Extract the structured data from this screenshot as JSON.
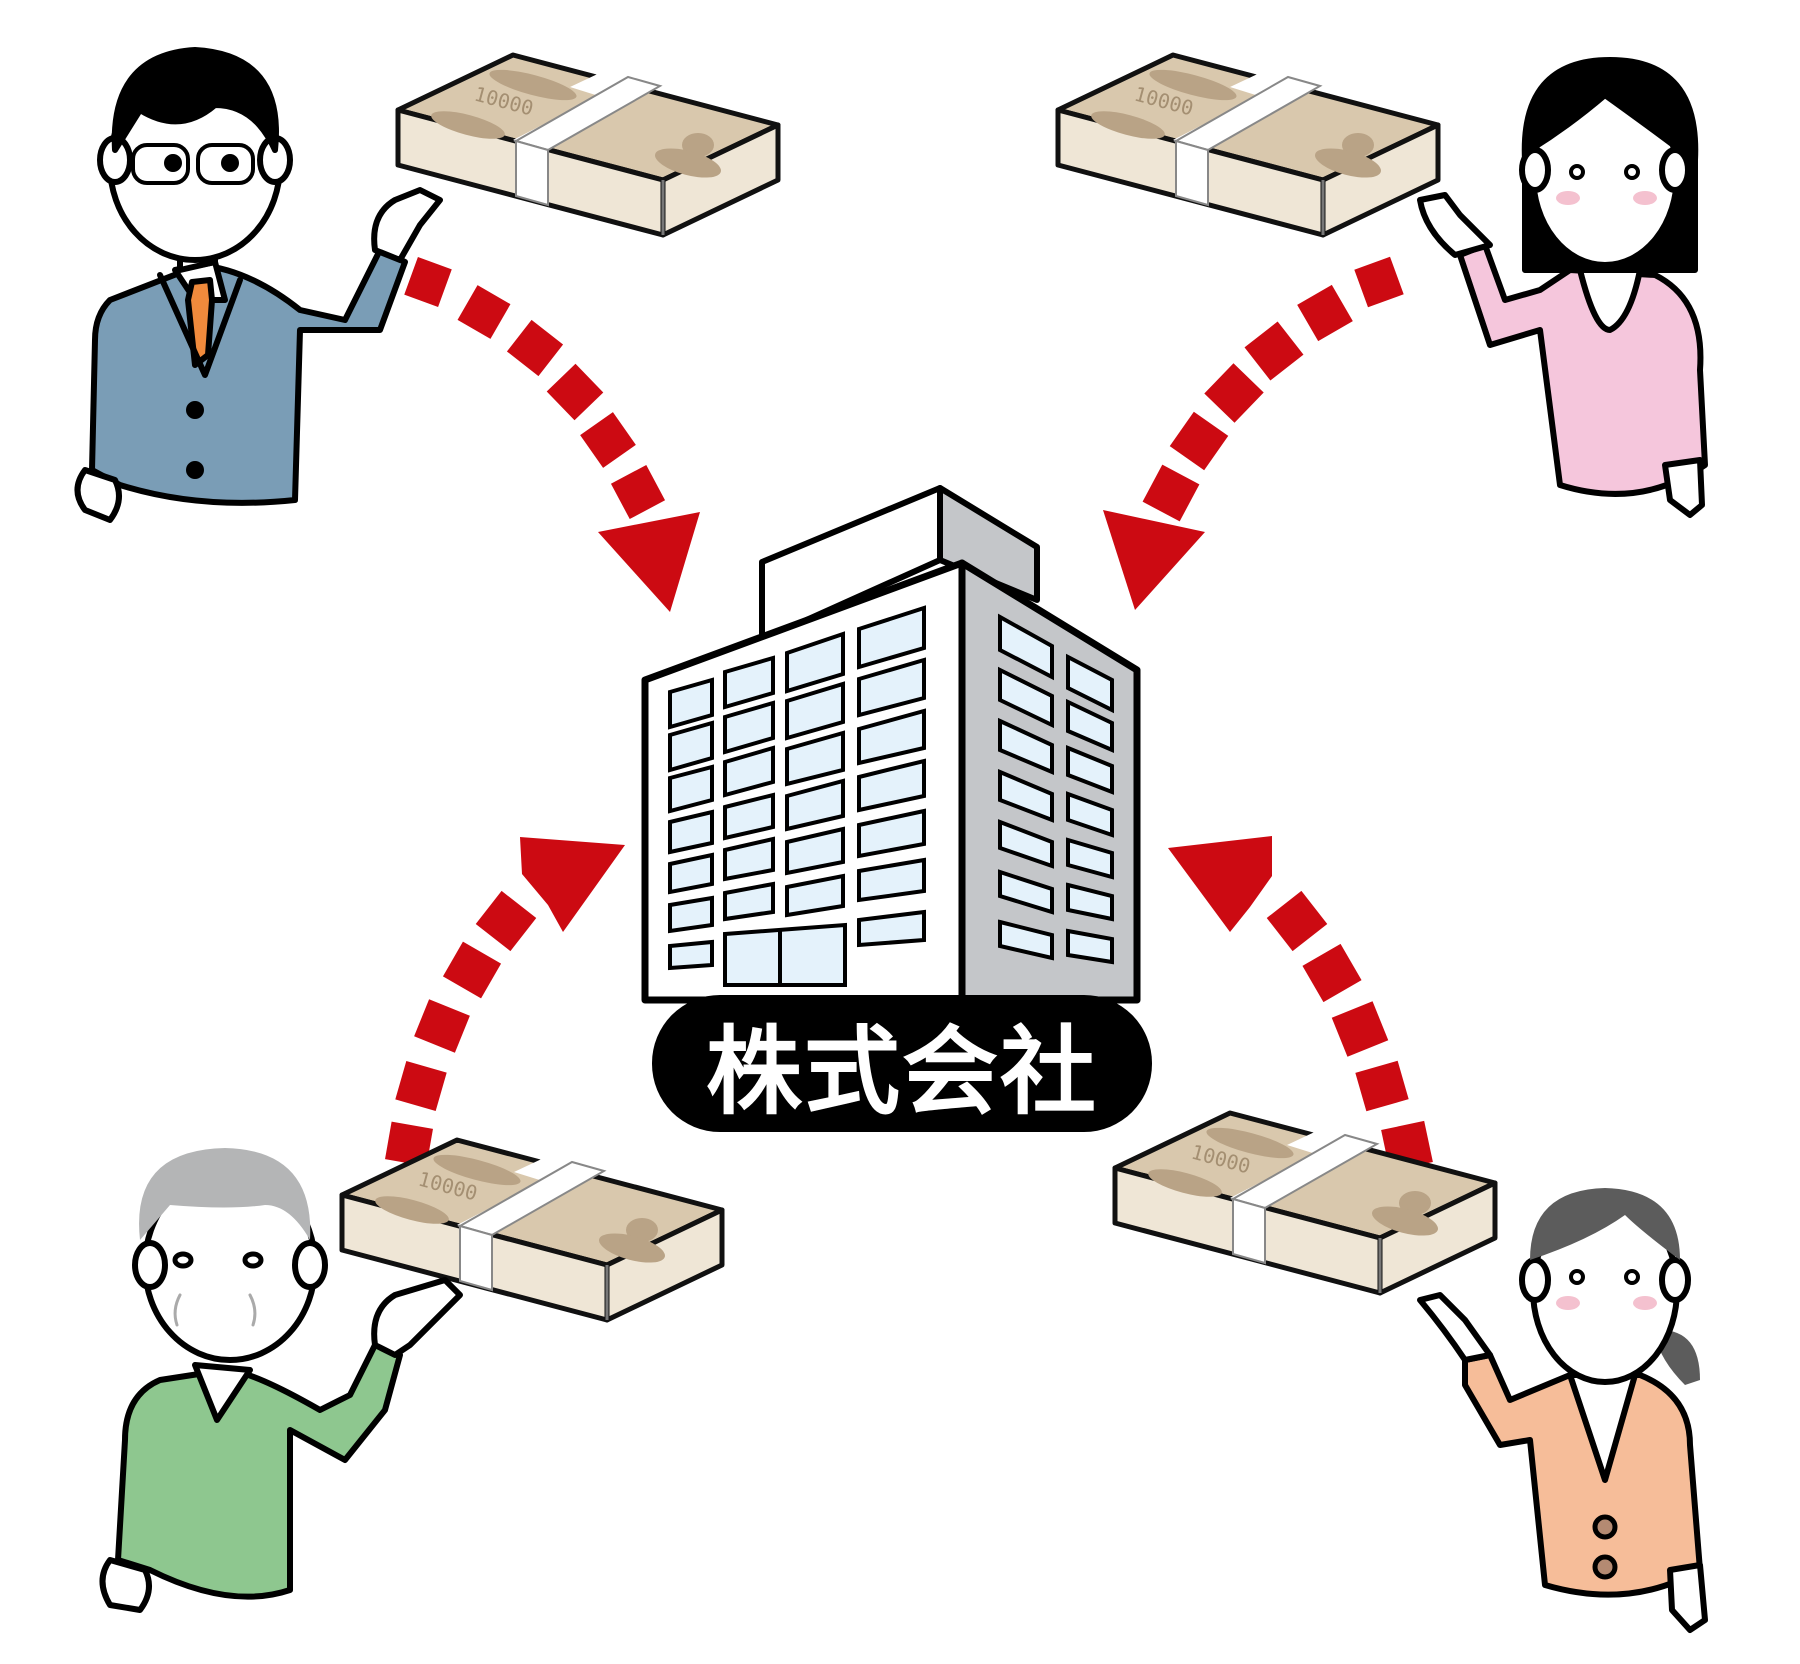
{
  "diagram": {
    "center": {
      "label": "株式会社",
      "kind": "company-building"
    },
    "colors": {
      "arrow": "#cc0a12",
      "label_bg": "#000000",
      "label_text": "#ffffff",
      "building_front": "#ffffff",
      "building_side": "#c4c6c9",
      "window": "#e4f2fb",
      "money_top": "#d9c8ad",
      "money_side": "#efe6d6",
      "money_mark": "#b9a386",
      "money_band": "#ffffff"
    },
    "money_bundles": [
      {
        "position": "top-left",
        "denomination": "10000"
      },
      {
        "position": "top-right",
        "denomination": "10000"
      },
      {
        "position": "bottom-left",
        "denomination": "10000"
      },
      {
        "position": "bottom-right",
        "denomination": "10000"
      }
    ],
    "people": [
      {
        "position": "top-left",
        "description": "man in suit with glasses",
        "clothing_color": "#7a9db6",
        "accent_color": "#f08a3c",
        "hair_color": "#000000"
      },
      {
        "position": "top-right",
        "description": "woman with long hair",
        "clothing_color": "#f5c6dc",
        "hair_color": "#000000"
      },
      {
        "position": "bottom-left",
        "description": "older man with gray hair",
        "clothing_color": "#8ec78f",
        "hair_color": "#b4b5b6"
      },
      {
        "position": "bottom-right",
        "description": "older woman with ponytail",
        "clothing_color": "#f6bd99",
        "accent_color": "#b48a72",
        "hair_color": "#5c5c5c"
      }
    ],
    "arrows": [
      {
        "from": "top-left",
        "to": "center",
        "style": "dashed-curved"
      },
      {
        "from": "top-right",
        "to": "center",
        "style": "dashed-curved"
      },
      {
        "from": "bottom-left",
        "to": "center",
        "style": "dashed-curved"
      },
      {
        "from": "bottom-right",
        "to": "center",
        "style": "dashed-curved"
      }
    ]
  }
}
